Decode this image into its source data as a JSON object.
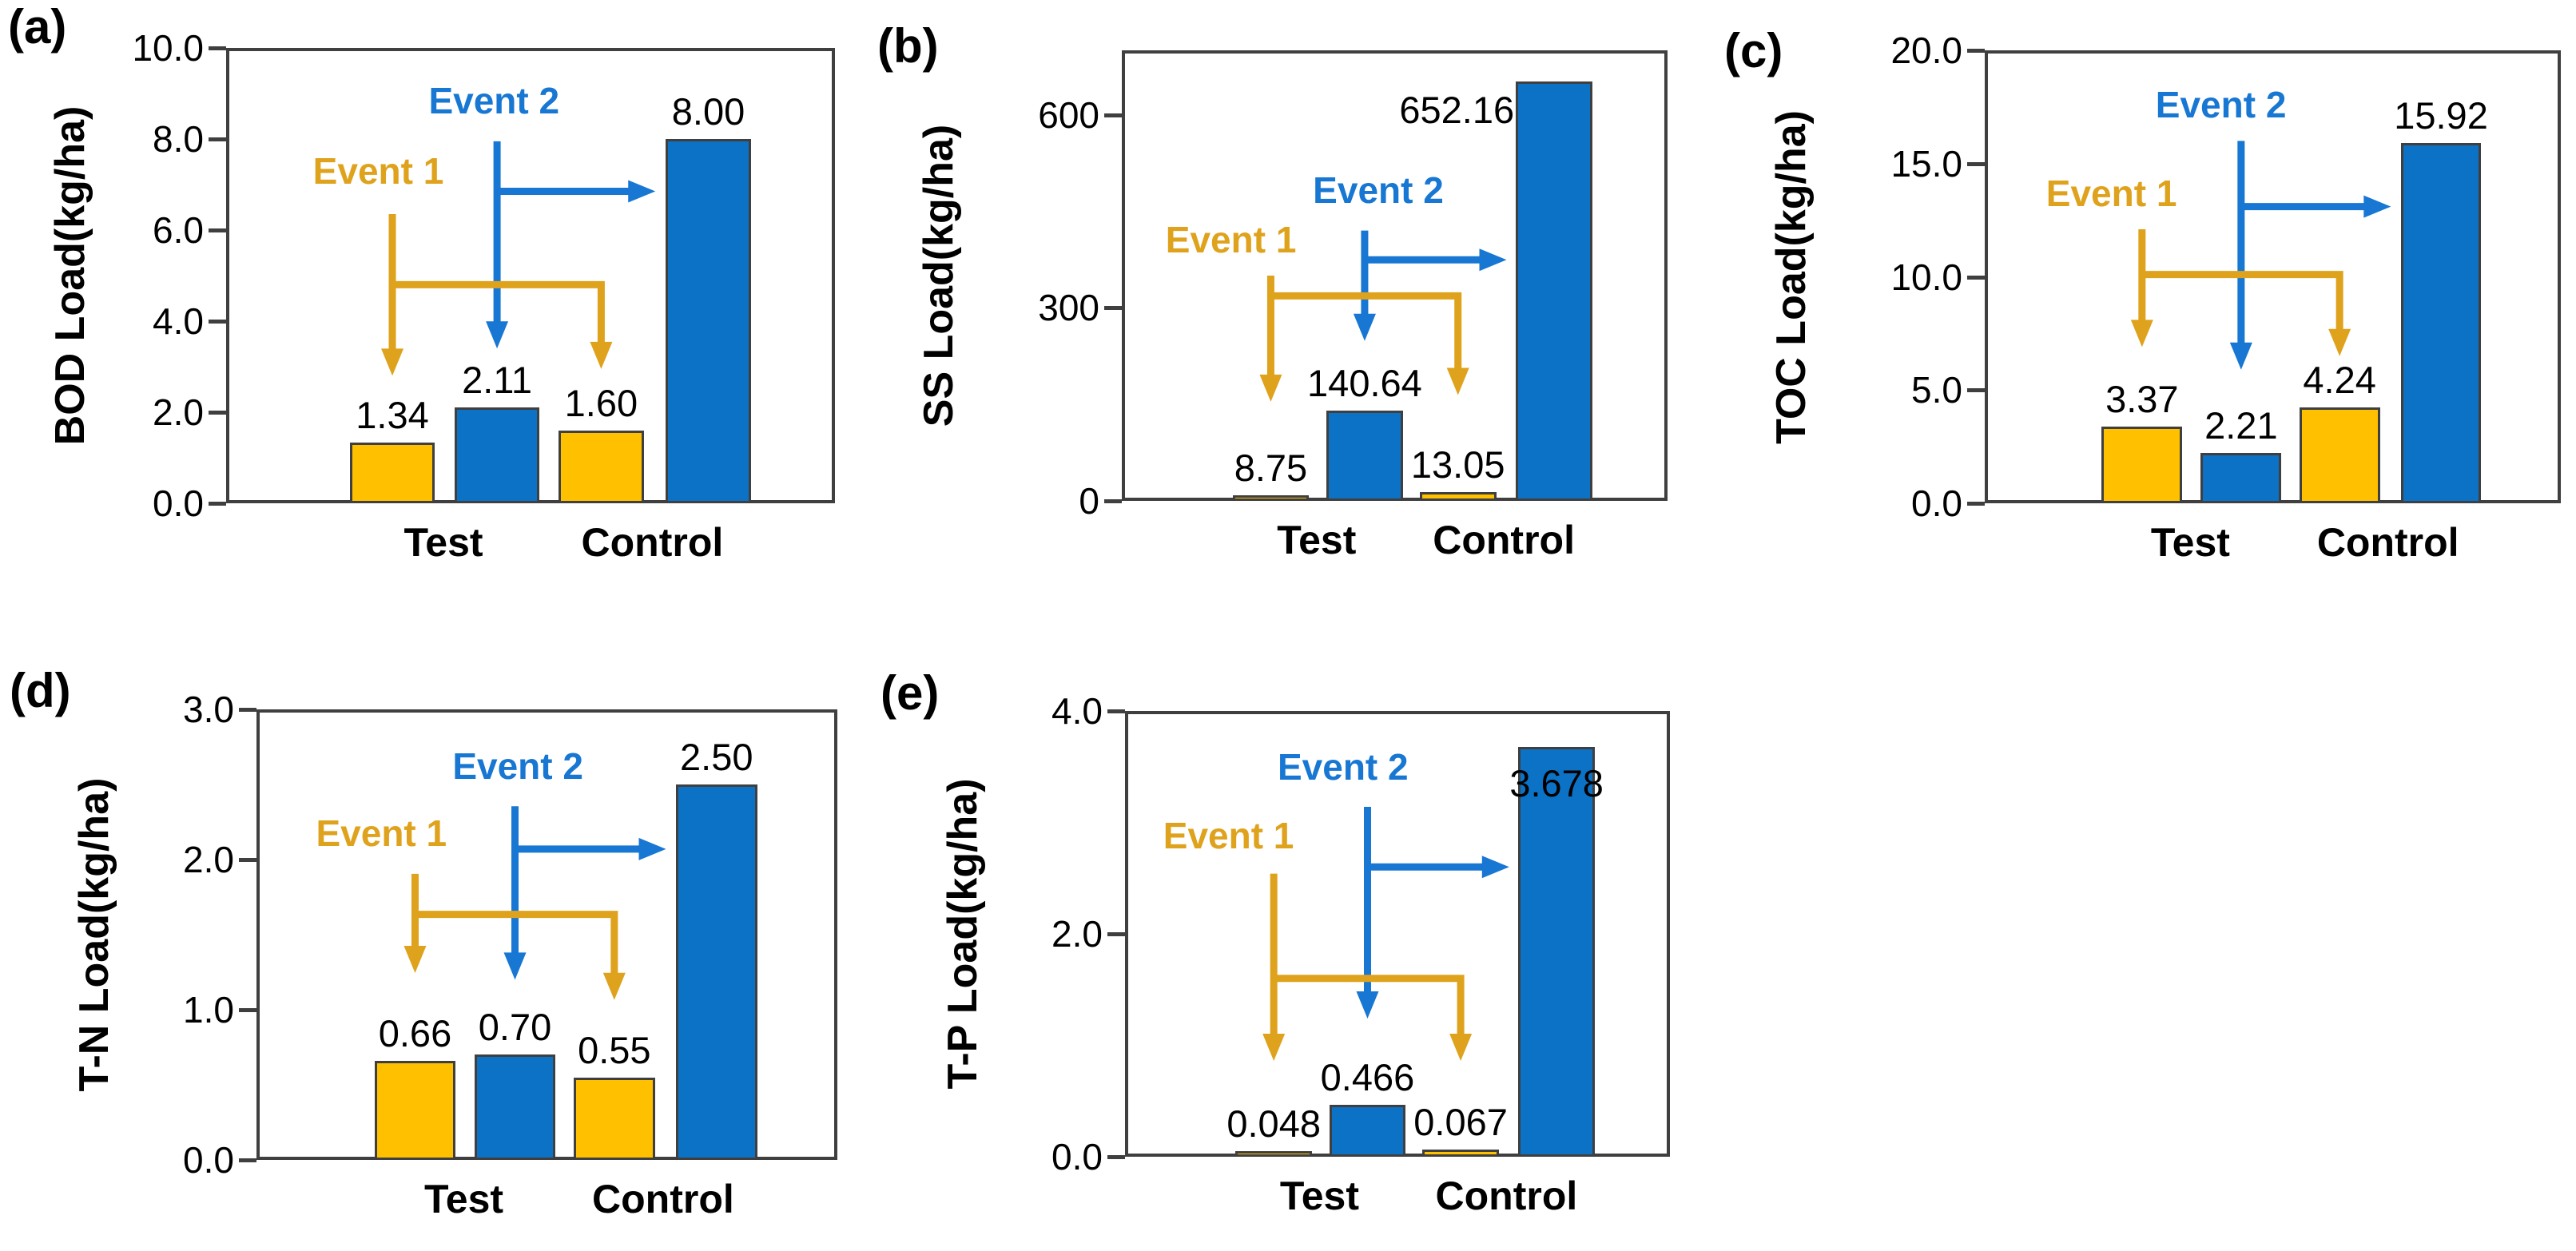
{
  "colors": {
    "bar_event1": "#FFC000",
    "bar_event2": "#0B72C6",
    "annotation_event1": "#DFA21C",
    "annotation_event2": "#1777D2",
    "bar_border": "#3F3F3F",
    "frame": "#3F3F3F",
    "text": "#000000"
  },
  "annotation_labels": {
    "event1": "Event 1",
    "event2": "Event 2"
  },
  "chart_data": [
    {
      "id": "a",
      "panel_label": "(a)",
      "type": "bar",
      "ylabel": "BOD Load(kg/ha)",
      "ylim": [
        0,
        10
      ],
      "grid": false,
      "categories": [
        "Test",
        "Control"
      ],
      "yticks": [
        {
          "v": 0,
          "label": "0.0"
        },
        {
          "v": 2,
          "label": "2.0"
        },
        {
          "v": 4,
          "label": "4.0"
        },
        {
          "v": 6,
          "label": "6.0"
        },
        {
          "v": 8,
          "label": "8.0"
        },
        {
          "v": 10,
          "label": "10.0"
        }
      ],
      "series": [
        {
          "name": "Event 1",
          "values": [
            1.34,
            1.6
          ]
        },
        {
          "name": "Event 2",
          "values": [
            2.11,
            8.0
          ]
        }
      ],
      "bars": [
        {
          "category": "Test",
          "series": "Event 1",
          "value": 1.34,
          "label": "1.34",
          "label_pos": "above"
        },
        {
          "category": "Test",
          "series": "Event 2",
          "value": 2.11,
          "label": "2.11",
          "label_pos": "above"
        },
        {
          "category": "Control",
          "series": "Event 1",
          "value": 1.6,
          "label": "1.60",
          "label_pos": "above"
        },
        {
          "category": "Control",
          "series": "Event 2",
          "value": 8.0,
          "label": "8.00",
          "label_pos": "above"
        }
      ]
    },
    {
      "id": "b",
      "panel_label": "(b)",
      "type": "bar",
      "ylabel": "SS Load(kg/ha)",
      "ylim": [
        0,
        700
      ],
      "grid": false,
      "categories": [
        "Test",
        "Control"
      ],
      "yticks": [
        {
          "v": 0,
          "label": "0"
        },
        {
          "v": 300,
          "label": "300"
        },
        {
          "v": 600,
          "label": "600"
        }
      ],
      "series": [
        {
          "name": "Event 1",
          "values": [
            8.75,
            13.05
          ]
        },
        {
          "name": "Event 2",
          "values": [
            140.64,
            652.16
          ]
        }
      ],
      "bars": [
        {
          "category": "Test",
          "series": "Event 1",
          "value": 8.75,
          "label": "8.75",
          "label_pos": "above"
        },
        {
          "category": "Test",
          "series": "Event 2",
          "value": 140.64,
          "label": "140.64",
          "label_pos": "above"
        },
        {
          "category": "Control",
          "series": "Event 1",
          "value": 13.05,
          "label": "13.05",
          "label_pos": "above"
        },
        {
          "category": "Control",
          "series": "Event 2",
          "value": 652.16,
          "label": "652.16",
          "label_pos": "beside-left"
        }
      ]
    },
    {
      "id": "c",
      "panel_label": "(c)",
      "type": "bar",
      "ylabel": "TOC Load(kg/ha)",
      "ylim": [
        0,
        20
      ],
      "grid": false,
      "categories": [
        "Test",
        "Control"
      ],
      "yticks": [
        {
          "v": 0,
          "label": "0.0"
        },
        {
          "v": 5,
          "label": "5.0"
        },
        {
          "v": 10,
          "label": "10.0"
        },
        {
          "v": 15,
          "label": "15.0"
        },
        {
          "v": 20,
          "label": "20.0"
        }
      ],
      "series": [
        {
          "name": "Event 1",
          "values": [
            3.37,
            4.24
          ]
        },
        {
          "name": "Event 2",
          "values": [
            2.21,
            15.92
          ]
        }
      ],
      "bars": [
        {
          "category": "Test",
          "series": "Event 1",
          "value": 3.37,
          "label": "3.37",
          "label_pos": "above"
        },
        {
          "category": "Test",
          "series": "Event 2",
          "value": 2.21,
          "label": "2.21",
          "label_pos": "above"
        },
        {
          "category": "Control",
          "series": "Event 1",
          "value": 4.24,
          "label": "4.24",
          "label_pos": "above"
        },
        {
          "category": "Control",
          "series": "Event 2",
          "value": 15.92,
          "label": "15.92",
          "label_pos": "above"
        }
      ]
    },
    {
      "id": "d",
      "panel_label": "(d)",
      "type": "bar",
      "ylabel": "T-N Load(kg/ha)",
      "ylim": [
        0,
        3
      ],
      "grid": false,
      "categories": [
        "Test",
        "Control"
      ],
      "yticks": [
        {
          "v": 0,
          "label": "0.0"
        },
        {
          "v": 1,
          "label": "1.0"
        },
        {
          "v": 2,
          "label": "2.0"
        },
        {
          "v": 3,
          "label": "3.0"
        }
      ],
      "series": [
        {
          "name": "Event 1",
          "values": [
            0.66,
            0.55
          ]
        },
        {
          "name": "Event 2",
          "values": [
            0.7,
            2.5
          ]
        }
      ],
      "bars": [
        {
          "category": "Test",
          "series": "Event 1",
          "value": 0.66,
          "label": "0.66",
          "label_pos": "above"
        },
        {
          "category": "Test",
          "series": "Event 2",
          "value": 0.7,
          "label": "0.70",
          "label_pos": "above"
        },
        {
          "category": "Control",
          "series": "Event 1",
          "value": 0.55,
          "label": "0.55",
          "label_pos": "above"
        },
        {
          "category": "Control",
          "series": "Event 2",
          "value": 2.5,
          "label": "2.50",
          "label_pos": "above"
        }
      ]
    },
    {
      "id": "e",
      "panel_label": "(e)",
      "type": "bar",
      "ylabel": "T-P Load(kg/ha)",
      "ylim": [
        0,
        4
      ],
      "grid": false,
      "categories": [
        "Test",
        "Control"
      ],
      "yticks": [
        {
          "v": 0,
          "label": "0.0"
        },
        {
          "v": 2,
          "label": "2.0"
        },
        {
          "v": 4,
          "label": "4.0"
        }
      ],
      "series": [
        {
          "name": "Event 1",
          "values": [
            0.048,
            0.067
          ]
        },
        {
          "name": "Event 2",
          "values": [
            0.466,
            3.678
          ]
        }
      ],
      "bars": [
        {
          "category": "Test",
          "series": "Event 1",
          "value": 0.048,
          "label": "0.048",
          "label_pos": "above"
        },
        {
          "category": "Test",
          "series": "Event 2",
          "value": 0.466,
          "label": "0.466",
          "label_pos": "above"
        },
        {
          "category": "Control",
          "series": "Event 1",
          "value": 0.067,
          "label": "0.067",
          "label_pos": "above"
        },
        {
          "category": "Control",
          "series": "Event 2",
          "value": 3.678,
          "label": "3.678",
          "label_pos": "inside-top"
        }
      ]
    }
  ]
}
